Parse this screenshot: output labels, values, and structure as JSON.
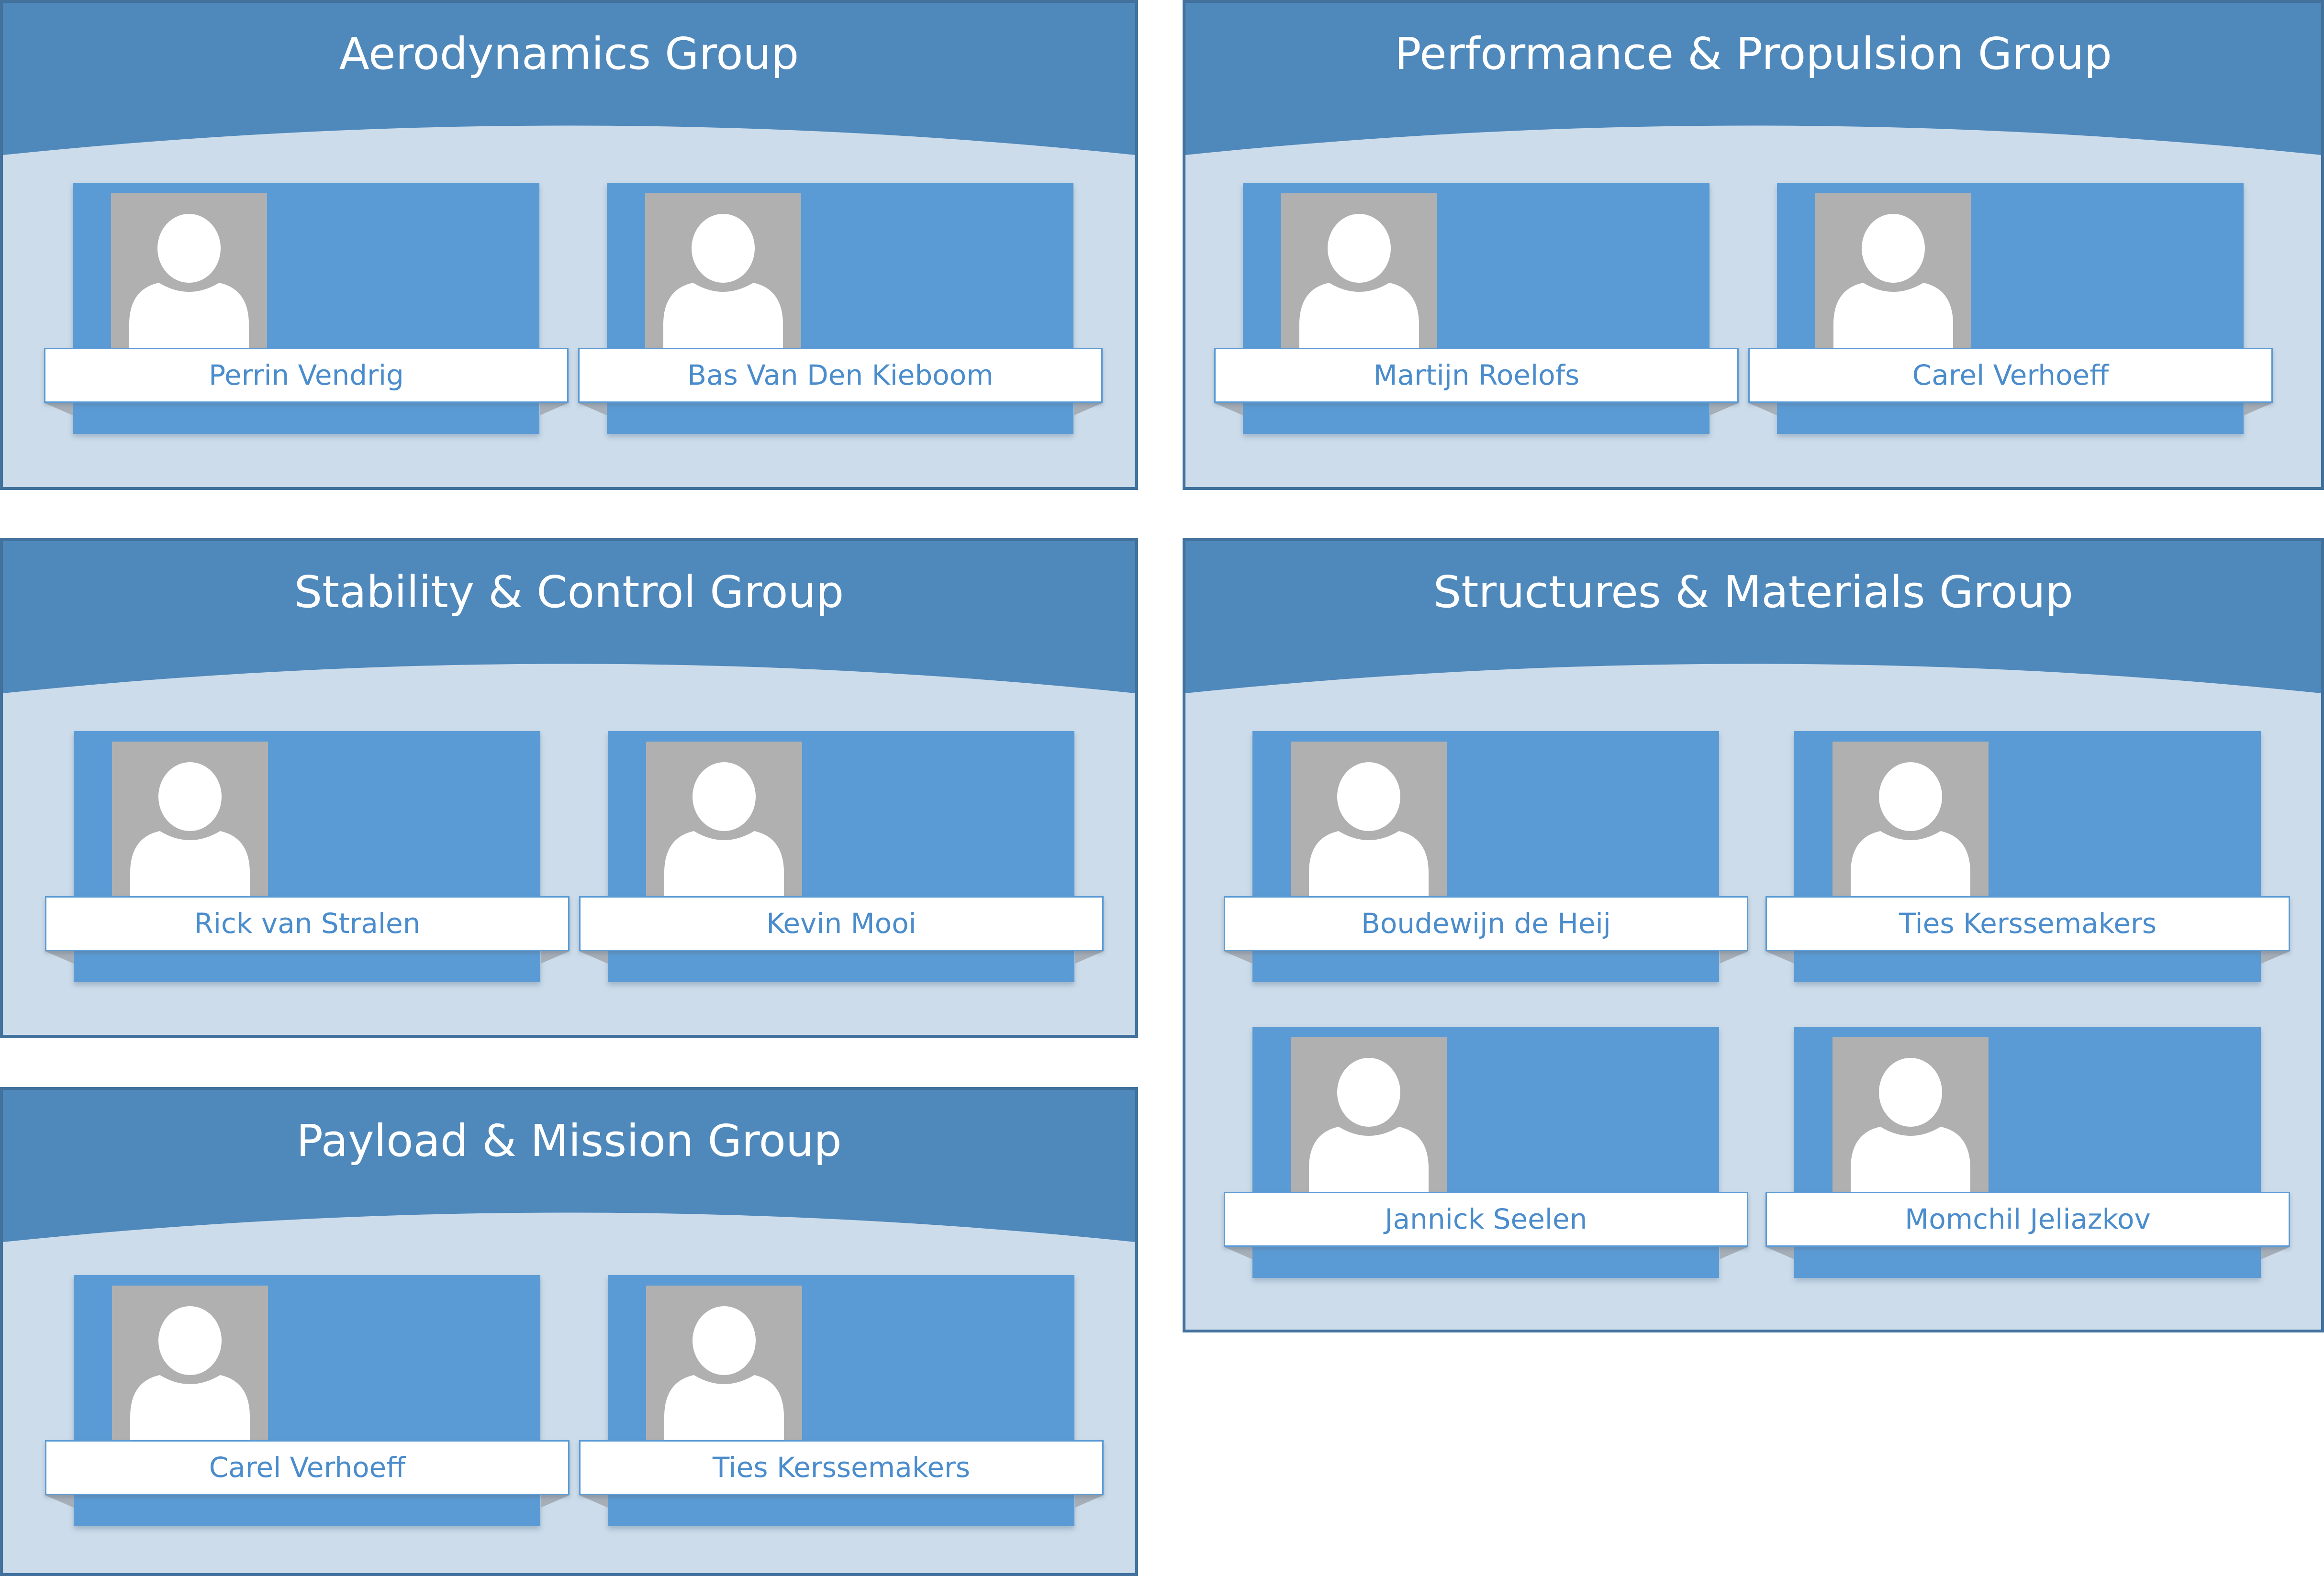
{
  "colors": {
    "group_fill": "#ccdcea",
    "group_border": "#41719c",
    "header_fill": "#4f88bb",
    "card_fill": "#5b9bd5",
    "photo_fill": "#b0b0b0",
    "name_text": "#4a8ccc"
  },
  "groups": [
    {
      "title": "Aerodynamics Group",
      "members": [
        {
          "name": "Perrin Vendrig"
        },
        {
          "name": "Bas Van Den Kieboom"
        }
      ]
    },
    {
      "title": "Performance & Propulsion Group",
      "members": [
        {
          "name": "Martijn Roelofs"
        },
        {
          "name": "Carel Verhoeff"
        }
      ]
    },
    {
      "title": "Stability & Control Group",
      "members": [
        {
          "name": "Rick van Stralen"
        },
        {
          "name": "Kevin Mooi"
        }
      ]
    },
    {
      "title": "Structures & Materials Group",
      "members": [
        {
          "name": "Boudewijn de Heij"
        },
        {
          "name": "Ties Kerssemakers"
        },
        {
          "name": "Jannick Seelen"
        },
        {
          "name": "Momchil Jeliazkov"
        }
      ]
    },
    {
      "title": "Payload & Mission Group",
      "members": [
        {
          "name": "Carel Verhoeff"
        },
        {
          "name": "Ties Kerssemakers"
        }
      ]
    }
  ],
  "icons": {
    "member_photo": "person-placeholder-icon"
  }
}
